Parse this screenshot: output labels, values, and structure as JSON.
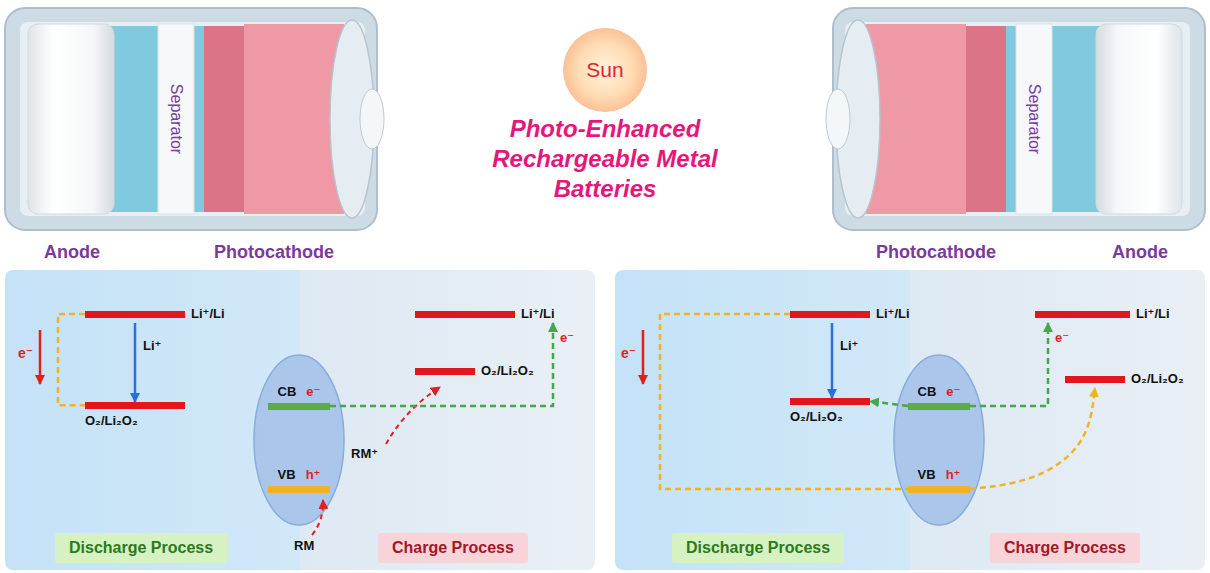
{
  "diagram": {
    "title": "Photo-Enhanced Rechargeable Metal Batteries",
    "nodes": [
      {
        "text": [
          "Sun"
        ]
      },
      {
        "text": [
          "Li⁺/Li"
        ]
      },
      {
        "text": [
          "O₂/Li₂O₂"
        ]
      },
      {
        "text": [
          "CB",
          "e⁻"
        ]
      },
      {
        "text": [
          "VB",
          "h⁺"
        ]
      },
      {
        "text": [
          "Li⁺/Li"
        ]
      },
      {
        "text": [
          "O₂/Li₂O₂"
        ]
      },
      {
        "text": [
          "Discharge Process"
        ]
      },
      {
        "text": [
          "Charge Process"
        ]
      },
      {
        "text": [
          "Li⁺/Li"
        ]
      },
      {
        "text": [
          "O₂/Li₂O₂"
        ]
      },
      {
        "text": [
          "CB",
          "e⁻"
        ]
      },
      {
        "text": [
          "VB",
          "h⁺"
        ]
      },
      {
        "text": [
          "Li⁺/Li"
        ]
      },
      {
        "text": [
          "O₂/Li₂O₂"
        ]
      },
      {
        "text": [
          "Discharge Process"
        ]
      },
      {
        "text": [
          "Charge Process"
        ]
      }
    ],
    "edges": [
      {
        "from": 1,
        "to": 2,
        "label": "Li⁺",
        "arrow": "to"
      },
      {
        "from": 1,
        "to": 2,
        "arrow": "none"
      },
      {
        "from": 3,
        "to": 5,
        "label": "e⁻",
        "arrow": "to"
      },
      {
        "from": 9,
        "to": 10,
        "label": "Li⁺",
        "arrow": "to"
      },
      {
        "from": 9,
        "to": 12,
        "arrow": "none"
      },
      {
        "from": 11,
        "to": 10,
        "arrow": "to"
      },
      {
        "from": 11,
        "to": 13,
        "label": "e⁻",
        "arrow": "to"
      },
      {
        "from": 12,
        "to": 14,
        "arrow": "to"
      }
    ],
    "labels": [
      "Separator",
      "Anode",
      "Photocathode",
      "Separator",
      "Photocathode",
      "Anode",
      "e⁻",
      "RM⁺",
      "RM",
      "e⁻"
    ]
  }
}
